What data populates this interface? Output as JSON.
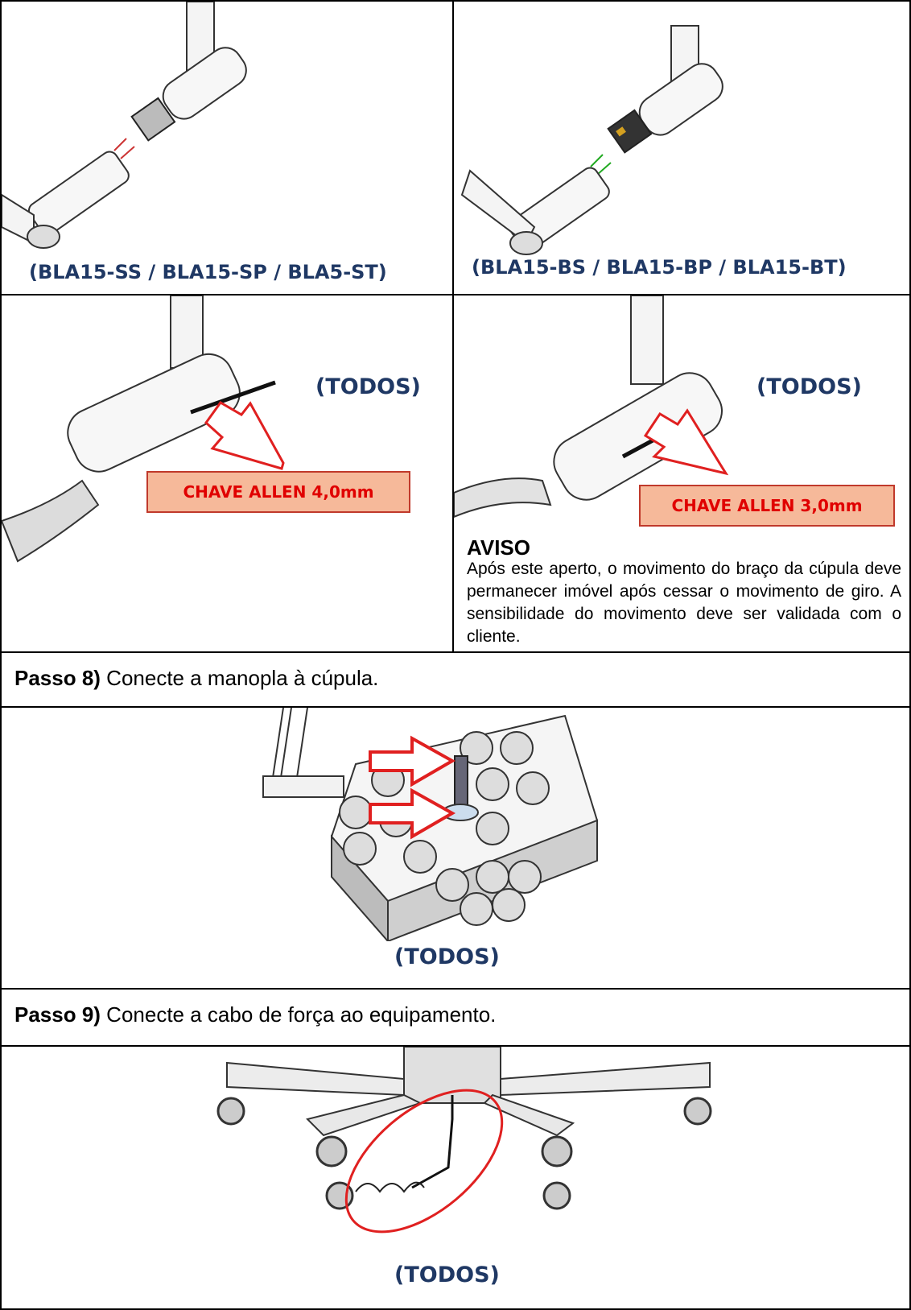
{
  "panels": {
    "top_left_caption": "(BLA15-SS / BLA15-SP / BLA5-ST)",
    "top_right_caption": "(BLA15-BS / BLA15-BP / BLA15-BT)",
    "mid_left_caption": "(TODOS)",
    "mid_right_caption": "(TODOS)",
    "mid_left_callout": "CHAVE ALLEN 4,0mm",
    "mid_right_callout": "CHAVE ALLEN 3,0mm"
  },
  "notice": {
    "title": "AVISO",
    "body": "Após este aperto, o movimento do braço da cúpula deve permanecer imóvel após cessar o movimento de giro. A sensibilidade do movimento deve ser validada com o cliente."
  },
  "step8": {
    "label": "Passo 8)",
    "text": " Conecte a manopla à cúpula.",
    "caption": "(TODOS)"
  },
  "step9": {
    "label": "Passo 9)",
    "text": " Conecte a cabo de força ao equipamento.",
    "caption": "(TODOS)"
  },
  "colors": {
    "caption": "#1f3864",
    "callout_fill": "#f6b99a",
    "callout_text": "#e00000",
    "arrow": "#e02020"
  },
  "icons": [
    "arm-connector-illustration",
    "allen-key-illustration",
    "dome-illustration",
    "base-illustration",
    "red-arrow-icon",
    "red-ellipse-icon"
  ]
}
